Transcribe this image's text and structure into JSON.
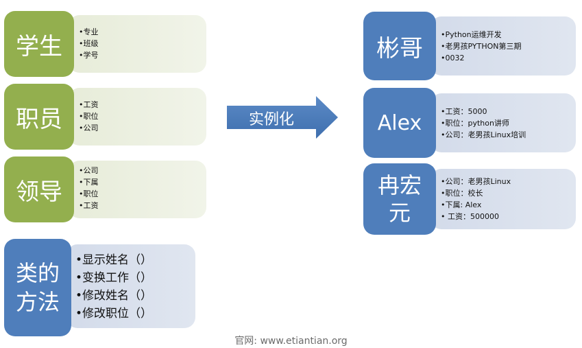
{
  "classes": [
    {
      "title": "学生",
      "items": [
        "专业",
        "班级",
        "学号"
      ]
    },
    {
      "title": "职员",
      "items": [
        "工资",
        "职位",
        "公司"
      ]
    },
    {
      "title": "领导",
      "items": [
        "公司",
        "下属",
        "职位",
        "工资"
      ]
    }
  ],
  "methods": {
    "title": "类的方法",
    "items": [
      "显示姓名（）",
      "变换工作（）",
      "修改姓名（）",
      "修改职位（）"
    ]
  },
  "arrow_label": "实例化",
  "instances": [
    {
      "title": "彬哥",
      "items": [
        "Python运维开发",
        "老男孩PYTHON第三期",
        "0032"
      ]
    },
    {
      "title": "Alex",
      "items": [
        "工资：5000",
        "职位：python讲师",
        "公司：老男孩Linux培训"
      ]
    },
    {
      "title": "冉宏元",
      "items": [
        "公司：老男孩Linux",
        "职位：校长",
        "下属: Alex",
        " 工资：500000"
      ]
    }
  ],
  "footer": "官网: www.etiantian.org",
  "colors": {
    "green": "#93af4e",
    "blue": "#4f7ebb",
    "green_panel": "#eef2e4",
    "blue_panel": "#dbe2ee"
  }
}
